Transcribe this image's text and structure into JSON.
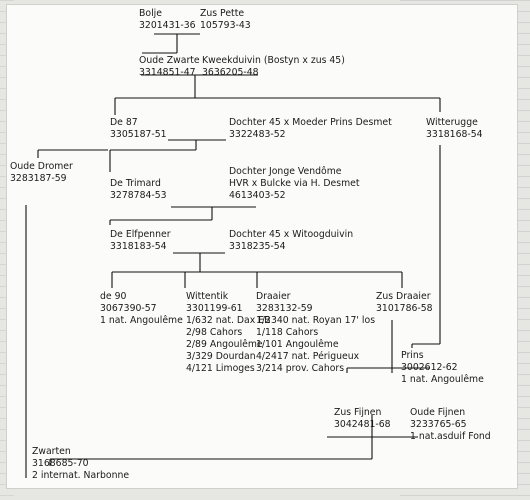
{
  "pedigree": {
    "bolje": {
      "name": "Bolje",
      "ring": "3201431-36"
    },
    "zus_pette": {
      "name": "Zus Pette",
      "ring": "105793-43"
    },
    "oude_zwarte": {
      "name": "Oude Zwarte",
      "ring": "3314851-47"
    },
    "kweekduivin": {
      "name": "Kweekduivin (Bostyn x zus 45)",
      "ring": "3636205-48"
    },
    "de87": {
      "name": "De 87",
      "ring": "3305187-51"
    },
    "dochter45": {
      "name": "Dochter 45 x Moeder Prins Desmet",
      "ring": "3322483-52"
    },
    "witterugge": {
      "name": "Witterugge",
      "ring": "3318168-54"
    },
    "oude_dromer": {
      "name": "Oude Dromer",
      "ring": "3283187-59"
    },
    "de_trimard": {
      "name": "De Trimard",
      "ring": "3278784-53"
    },
    "dochter_jonge": {
      "name": "Dochter Jonge Vendôme",
      "line2": "HVR x Bulcke via H. Desmet",
      "ring": "4613403-52"
    },
    "de_elfpenner": {
      "name": "De Elfpenner",
      "ring": "3318183-54"
    },
    "dochter45_witoog": {
      "name": "Dochter 45 x Witoogduivin",
      "ring": "3318235-54"
    },
    "de90": {
      "name": "de 90",
      "ring": "3067390-57",
      "result1": "1 nat. Angoulême"
    },
    "wittentik": {
      "name": "Wittentik",
      "ring": "3301199-61",
      "results": [
        "1/632 nat. Dax EB",
        "2/98 Cahors",
        "2/89 Angoulême",
        "3/329 Dourdan",
        "4/121 Limoges"
      ]
    },
    "draaier": {
      "name": "Draaier",
      "ring": "3283132-59",
      "results": [
        "1/2340 nat. Royan 17' los",
        "1/118 Cahors",
        "1/101 Angoulême",
        "4/2417 nat. Périgueux",
        "3/214 prov. Cahors"
      ]
    },
    "zus_draaier": {
      "name": "Zus Draaier",
      "ring": "3101786-58"
    },
    "prins": {
      "name": "Prins",
      "ring": "3002612-62",
      "result1": "1 nat. Angoulême"
    },
    "zus_fijnen": {
      "name": "Zus Fijnen",
      "ring": "3042481-68"
    },
    "oude_fijnen": {
      "name": "Oude Fijnen",
      "ring": "3233765-65",
      "result1": "1 nat.asduif Fond"
    },
    "zwarten": {
      "name": "Zwarten",
      "ring": "3168685-70",
      "result1": "2 internat. Narbonne"
    }
  },
  "colors": {
    "line": "#111111",
    "paper": "#fbfbf9",
    "background": "#e6e6e3"
  }
}
